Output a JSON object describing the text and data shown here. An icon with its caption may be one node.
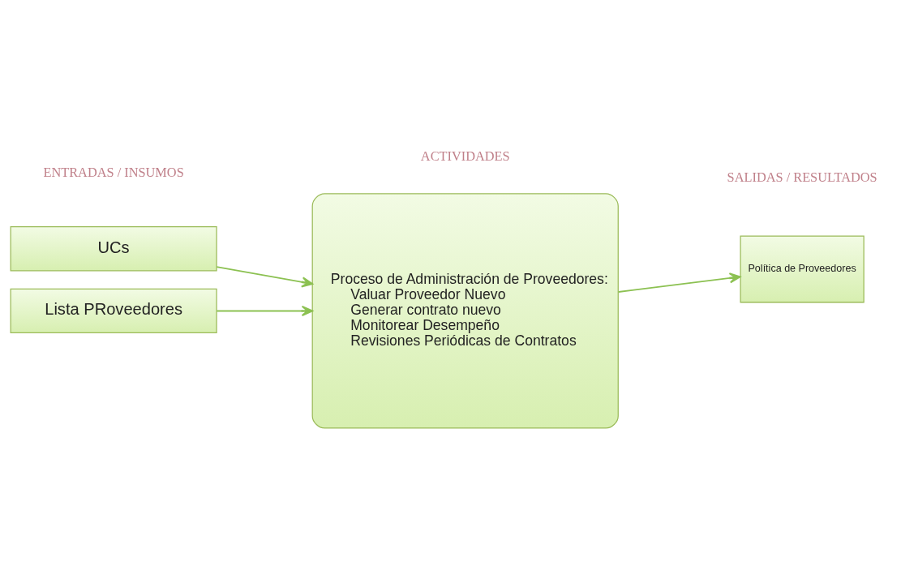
{
  "diagram": {
    "nodes": [
      {
        "text": [
          "UCs"
        ]
      },
      {
        "text": [
          "Lista PRoveedores"
        ]
      },
      {
        "text": [
          "Proceso de Administración de Proveedores:",
          "Valuar Proveedor Nuevo",
          "Generar contrato nuevo",
          "Monitorear Desempeño",
          "Revisiones Periódicas de Contratos"
        ]
      },
      {
        "text": [
          "Política de Proveedores"
        ]
      }
    ],
    "edges": [
      {
        "from": 0,
        "to": 2,
        "arrow": "to"
      },
      {
        "from": 1,
        "to": 2,
        "arrow": "to"
      },
      {
        "from": 2,
        "to": 3,
        "arrow": "to"
      }
    ],
    "labels": [
      "ENTRADAS / INSUMOS",
      "ACTIVIDADES",
      "SALIDAS / RESULTADOS"
    ]
  }
}
